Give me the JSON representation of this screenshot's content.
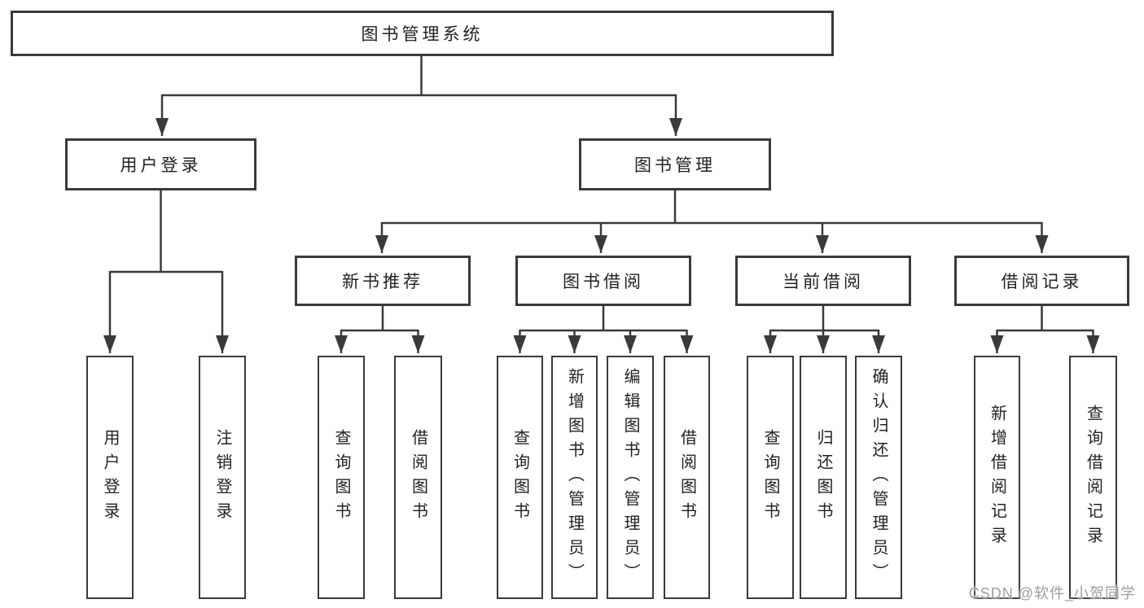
{
  "diagram": {
    "title_node": {
      "label": "图书管理系统"
    },
    "level2": [
      {
        "label": "用户登录"
      },
      {
        "label": "图书管理"
      }
    ],
    "level3": [
      {
        "label": "新书推荐"
      },
      {
        "label": "图书借阅"
      },
      {
        "label": "当前借阅"
      },
      {
        "label": "借阅记录"
      }
    ],
    "leaves": {
      "user_login": [
        {
          "label": "用户登录"
        },
        {
          "label": "注销登录"
        }
      ],
      "new_book_recommend": [
        {
          "label": "查询图书"
        },
        {
          "label": "借阅图书"
        }
      ],
      "book_borrow": [
        {
          "label": "查询图书"
        },
        {
          "label": "新增图书（管理员）"
        },
        {
          "label": "编辑图书（管理员）"
        },
        {
          "label": "借阅图书"
        }
      ],
      "current_borrow": [
        {
          "label": "查询图书"
        },
        {
          "label": "归还图书"
        },
        {
          "label": "确认归还（管理员）"
        }
      ],
      "borrow_record": [
        {
          "label": "新增借阅记录"
        },
        {
          "label": "查询借阅记录"
        }
      ]
    }
  },
  "watermark": {
    "text": "CSDN @软件_小贺同学"
  },
  "colors": {
    "line": "#3a3a3a",
    "box_border": "#3a3a3a",
    "text": "#222222",
    "watermark": "#9d9d9d",
    "background": "#ffffff"
  }
}
